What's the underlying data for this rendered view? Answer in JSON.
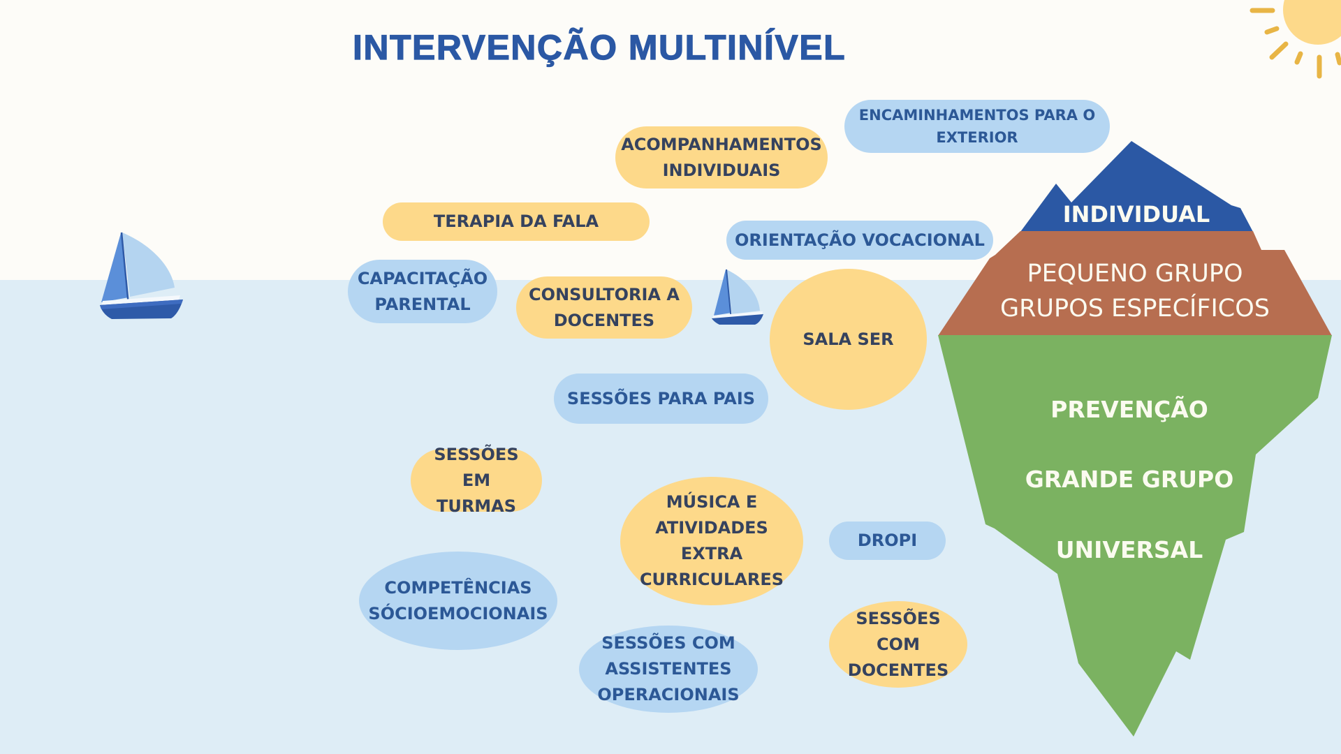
{
  "title": "INTERVENÇÃO MULTINÍVEL",
  "colors": {
    "sky": "#fdfcf8",
    "sea": "#deedf6",
    "title": "#2b58a4",
    "bubble_blue": "#b5d6f2",
    "bubble_blue_text": "#2c5896",
    "bubble_yellow": "#fdd98a",
    "bubble_yellow_text": "#35425e",
    "iceberg_individual": "#2b58a4",
    "iceberg_small_group": "#b76e50",
    "iceberg_universal": "#7bb261",
    "sun": "#fdd98a",
    "sun_rays": "#e8b545"
  },
  "iceberg": {
    "tiers": [
      {
        "id": "individual",
        "labels": [
          "INDIVIDUAL"
        ]
      },
      {
        "id": "small-group",
        "labels": [
          "PEQUENO GRUPO",
          "GRUPOS ESPECÍFICOS"
        ]
      },
      {
        "id": "universal",
        "labels": [
          "PREVENÇÃO",
          "GRANDE GRUPO",
          "UNIVERSAL"
        ]
      }
    ]
  },
  "bubbles": [
    {
      "text": "ENCAMINHAMENTOS PARA O\nEXTERIOR",
      "color": "blue"
    },
    {
      "text": "ACOMPANHAMENTOS\nINDIVIDUAIS",
      "color": "yellow"
    },
    {
      "text": "TERAPIA DA FALA",
      "color": "yellow"
    },
    {
      "text": "ORIENTAÇÃO VOCACIONAL",
      "color": "blue"
    },
    {
      "text": "CAPACITAÇÃO\nPARENTAL",
      "color": "blue"
    },
    {
      "text": "CONSULTORIA A\nDOCENTES",
      "color": "yellow"
    },
    {
      "text": "SALA SER",
      "color": "yellow"
    },
    {
      "text": "SESSÕES PARA PAIS",
      "color": "blue"
    },
    {
      "text": "SESSÕES EM\nTURMAS",
      "color": "yellow"
    },
    {
      "text": "MÚSICA E\nATIVIDADES\nEXTRA\nCURRICULARES",
      "color": "yellow"
    },
    {
      "text": "DROPI",
      "color": "blue"
    },
    {
      "text": "COMPETÊNCIAS\nSÓCIOEMOCIONAIS",
      "color": "blue"
    },
    {
      "text": "SESSÕES COM\nASSISTENTES\nOPERACIONAIS",
      "color": "blue"
    },
    {
      "text": "SESSÕES\nCOM\nDOCENTES",
      "color": "yellow"
    }
  ],
  "icons": {
    "sun": "sun-icon",
    "boats": [
      "sailboat-icon",
      "sailboat-icon"
    ],
    "iceberg": "iceberg-icon"
  }
}
